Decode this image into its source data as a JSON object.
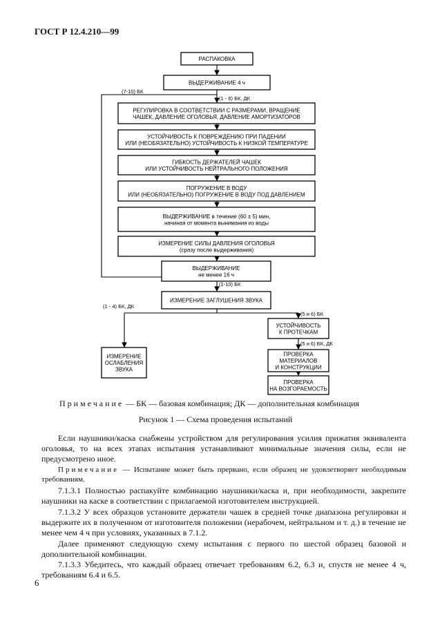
{
  "header": {
    "doc_id": "ГОСТ Р 12.4.210—99"
  },
  "diagram": {
    "boxes": [
      {
        "lines": [
          "РАСПАКОВКА"
        ]
      },
      {
        "lines": [
          "ВЫДЕРЖИВАНИЕ  4  ч"
        ]
      },
      {
        "lines": [
          "РЕГУЛИРОВКА В СООТВЕТСТВИИ С РАЗМЕРАМИ, ВРАЩЕНИЕ",
          "ЧАШЕК, ДАВЛЕНИЕ ОГОЛОВЬЯ, ДАВЛЕНИЕ АМОРТИЗАТОРОВ"
        ]
      },
      {
        "lines": [
          "УСТОЙЧИВОСТЬ К ПОВРЕЖДЕНИЮ ПРИ ПАДЕНИИ",
          "ИЛИ (НЕОБЯЗАТЕЛЬНО) УСТОЙЧИВОСТЬ К НИЗКОЙ ТЕМПЕРАТУРЕ"
        ]
      },
      {
        "lines": [
          "ГИБКОСТЬ ДЕРЖАТЕЛЕЙ ЧАШЕК",
          "ИЛИ УСТОЙЧИВОСТЬ НЕЙТРАЛЬНОГО ПОЛОЖЕНИЯ"
        ]
      },
      {
        "lines": [
          "ПОГРУЖЕНИЕ В ВОДУ",
          "ИЛИ (НЕОБЯЗАТЕЛЬНО) ПОГРУЖЕНИЕ В ВОДУ ПОД ДАВЛЕНИЕМ"
        ]
      },
      {
        "lines": [
          "ВЫДЕРЖИВАНИЕ в течение (60 ± 5) мин,",
          "начиная от момента вынимания из воды"
        ]
      },
      {
        "lines": [
          "ИЗМЕРЕНИЕ СИЛЫ ДАВЛЕНИЯ ОГОЛОВЬЯ",
          "(сразу после выдерживания)"
        ]
      },
      {
        "lines": [
          "ВЫДЕРЖИВАНИЕ",
          "не менее 16 ч"
        ]
      },
      {
        "lines": [
          "ИЗМЕРЕНИЕ ЗАГЛУШЕНИЯ ЗВУКА"
        ]
      },
      {
        "lines": [
          "ИЗМЕРЕНИЕ",
          "ОСЛАБЛЕНИЯ",
          "ЗВУКА"
        ]
      },
      {
        "lines": [
          "УСТОЙЧИВОСТЬ",
          "К ПРОТЕЧКАМ"
        ]
      },
      {
        "lines": [
          "ПРОВЕРКА",
          "МАТЕРИАЛОВ",
          "И КОНСТРУКЦИИ"
        ]
      },
      {
        "lines": [
          "ПРОВЕРКА",
          "НА ВОЗГОРАЕМОСТЬ"
        ]
      }
    ],
    "labels": [
      "(7-10) БК",
      "(1 - 6) БК, ДК",
      "(1-10) БК",
      "(1 - 4) БК, ДК",
      "(5 и 6) БК",
      "(5 и 6) БК, ДК"
    ]
  },
  "note_figure": {
    "prefix": "Примечание",
    "text": " — БК — базовая комбинация; ДК — дополнительная комбинация"
  },
  "caption": "Рисунок 1 — Схема проведения испытаний",
  "paragraphs": {
    "p1": "Если наушники/каска снабжены устройством для регулирования усилия прижатия эквивалента оголовья, то на всех этапах испытания устанавливают минимальные значения силы, если не предусмотрено иное.",
    "note2_prefix": "Примечание",
    "note2_text": " — Испытание может быть прервано, если образец не удовлетворяет необходимым требованиям.",
    "p_7131": "7.1.3.1 Полностью распакуйте комбинацию наушники/каска и, при необходимости, закрепите наушники на каске в соответствии с прилагаемой изготовителем инструкцией.",
    "p_7132": "7.1.3.2 У всех образцов установите держатели чашек в средней точке диапазона регулировки и выдержите их в полученном от изготовителя положении (нерабочем, нейтральном и т. д.) в течение не менее чем 4 ч при условиях, указанных в 7.1.2.",
    "p_next": "Далее применяют следующую схему испытания с первого по шестой образец базовой и дополнительной комбинации.",
    "p_7133": "7.1.3.3 Убедитесь, что каждый образец отвечает требованиям 6.2, 6.3 и, спустя не менее 4 ч, требованиям 6.4 и 6.5."
  },
  "page_number": "6"
}
